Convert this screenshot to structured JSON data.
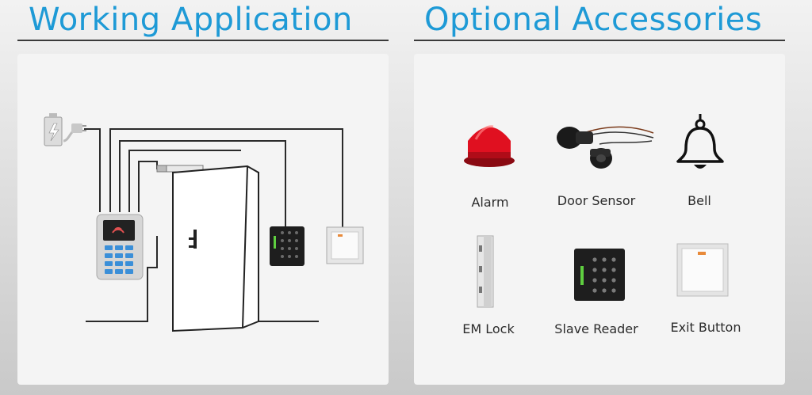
{
  "left_section": {
    "title": "Working Application"
  },
  "right_section": {
    "title": "Optional Accessories",
    "items": [
      {
        "label": "Alarm",
        "icon": "alarm-icon"
      },
      {
        "label": "Door Sensor",
        "icon": "door-sensor-icon"
      },
      {
        "label": "Bell",
        "icon": "bell-icon"
      },
      {
        "label": "EM Lock",
        "icon": "em-lock-icon"
      },
      {
        "label": "Slave Reader",
        "icon": "slave-reader-icon"
      },
      {
        "label": "Exit Button",
        "icon": "exit-button-icon"
      }
    ]
  },
  "colors": {
    "heading": "#1e9ad6",
    "alarm": "#e01020",
    "panel": "#f4f4f4"
  }
}
